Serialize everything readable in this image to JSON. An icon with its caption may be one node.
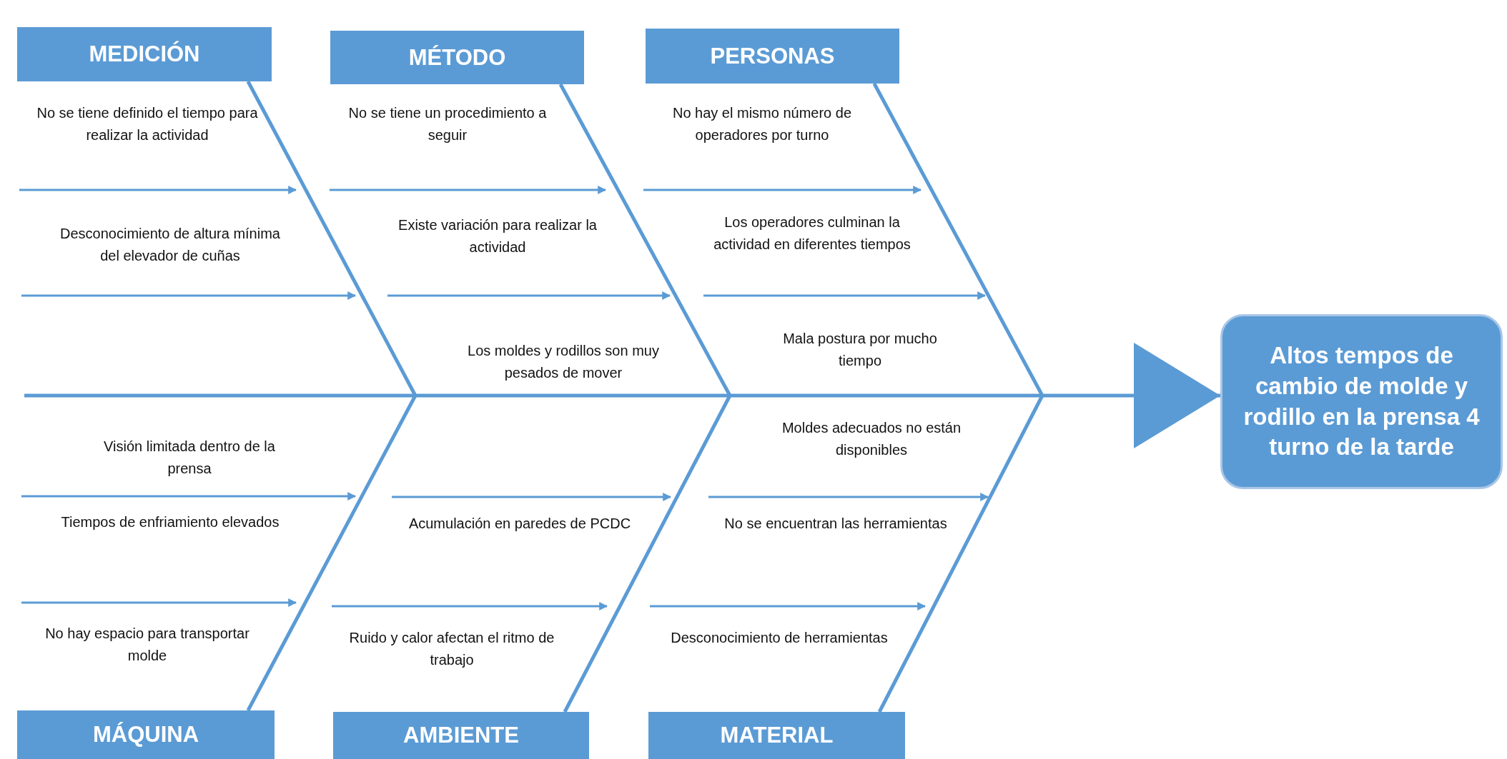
{
  "diagram": {
    "nodes": [
      {
        "text": [
          "MEDICIÓN"
        ]
      },
      {
        "text": [
          "MÉTODO"
        ]
      },
      {
        "text": [
          "PERSONAS"
        ]
      },
      {
        "text": [
          "Altos tempos de cambio de molde y rodillo en la prensa 4 turno de la tarde"
        ]
      },
      {
        "text": [
          "MÁQUINA"
        ]
      },
      {
        "text": [
          "AMBIENTE"
        ]
      },
      {
        "text": [
          "MATERIAL"
        ]
      }
    ],
    "edges": [
      {
        "from": 0,
        "to": null,
        "arrow": "none"
      },
      {
        "from": 1,
        "to": null,
        "arrow": "none"
      },
      {
        "from": 2,
        "to": null,
        "arrow": "none"
      },
      {
        "from": 4,
        "to": null,
        "arrow": "none"
      },
      {
        "from": 5,
        "to": null,
        "arrow": "none"
      },
      {
        "from": 6,
        "to": null,
        "arrow": "none"
      },
      {
        "from": null,
        "to": 3,
        "arrow": "to"
      }
    ],
    "labels": [
      "No se tiene definido el tiempo para realizar la actividad",
      "No se tiene un procedimiento a seguir",
      "No hay el mismo número de operadores por turno",
      "Desconocimiento de altura mínima del elevador de cuñas",
      "Existe variación para realizar la actividad",
      "Los operadores culminan la actividad en diferentes tiempos",
      "Los moldes y rodillos son muy pesados de mover",
      "Mala postura por mucho tiempo",
      "Moldes adecuados no están disponibles",
      "Visión limitada dentro de la prensa",
      "Tiempos de enfriamiento elevados",
      "Acumulación en paredes de PCDC",
      "No se encuentran las herramientas",
      "No hay espacio para transportar molde",
      "Ruido y calor afectan el ritmo de trabajo",
      "Desconocimiento de herramientas"
    ]
  }
}
